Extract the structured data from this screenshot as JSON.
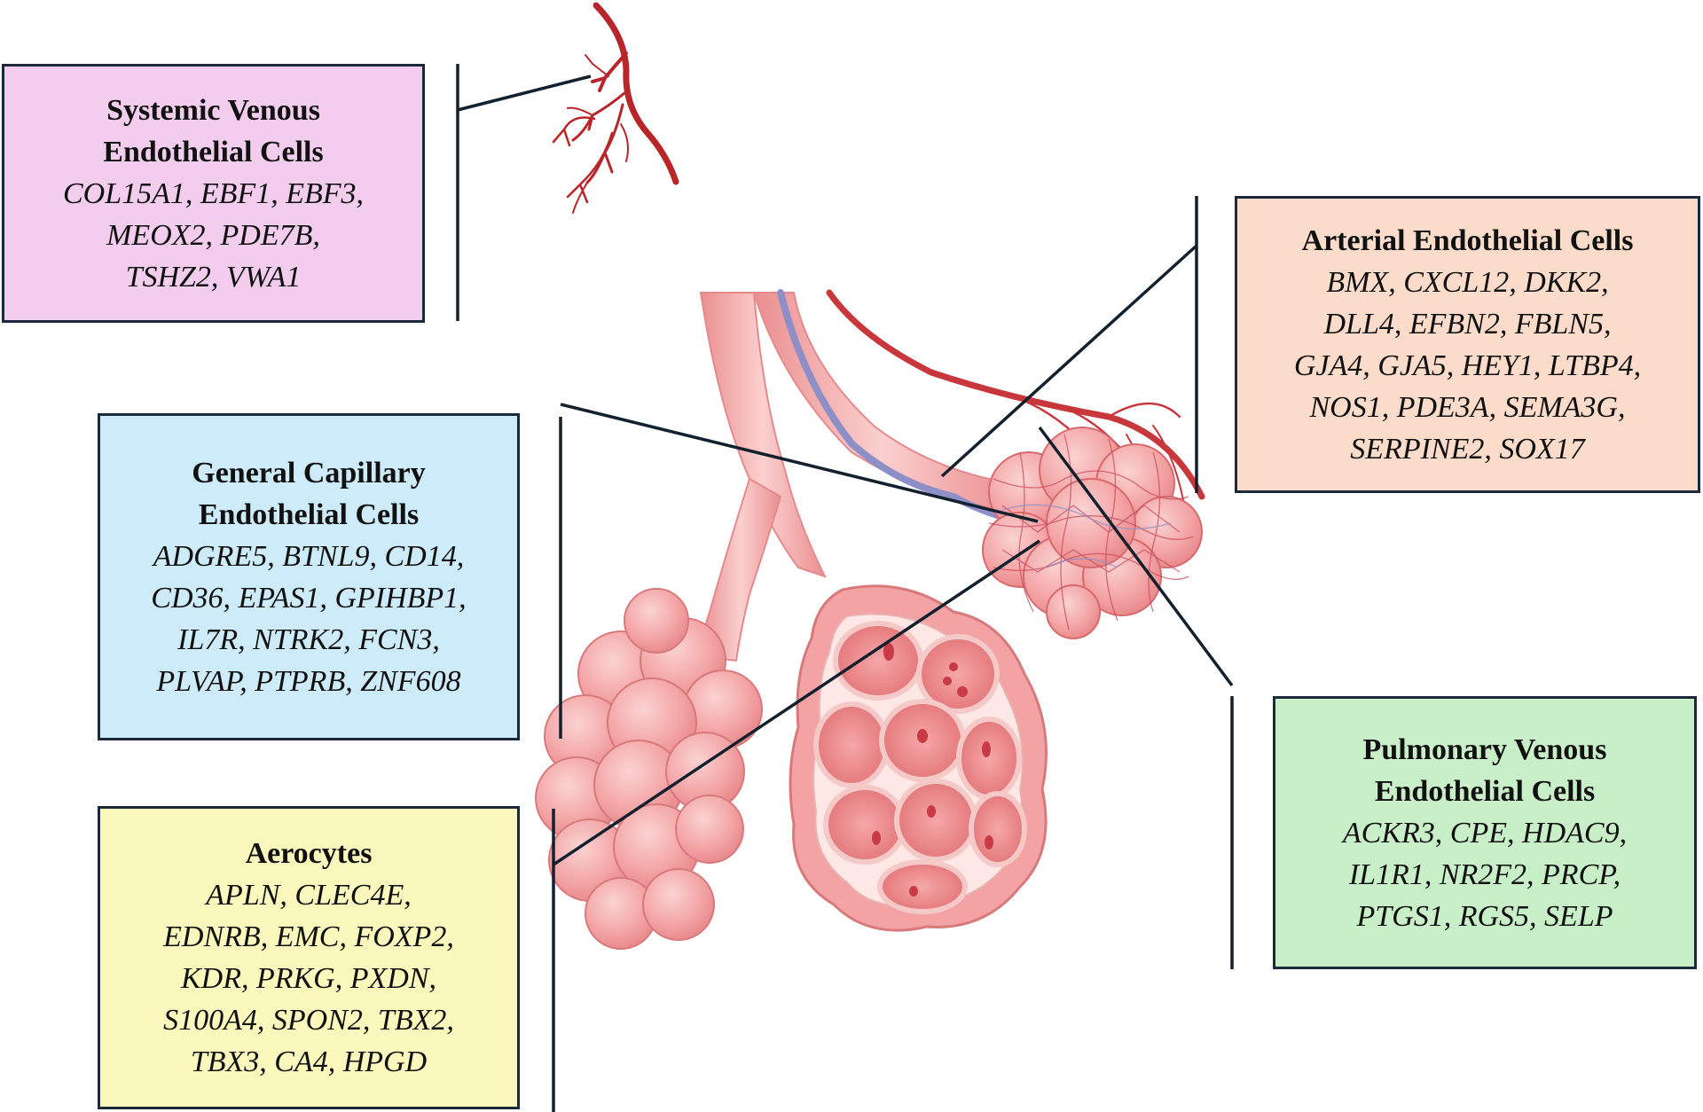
{
  "colors": {
    "box_border": "#1b2a3a",
    "systemic_fill": "#f2cdee",
    "general_capillary_fill": "#cdebf8",
    "aerocytes_fill": "#fbf8bd",
    "arterial_fill": "#fbdccb",
    "pulmonary_fill": "#c9efc9",
    "alveoli_fill": "#f3a2a4",
    "artery_red": "#c8373b",
    "vein_purple": "#8f8fc8"
  },
  "boxes": {
    "systemic": {
      "title_lines": [
        "Systemic Venous",
        "Endothelial Cells"
      ],
      "gene_lines": [
        "COL15A1, EBF1, EBF3,",
        "MEOX2, PDE7B,",
        "TSHZ2, VWA1"
      ]
    },
    "general_capillary": {
      "title_lines": [
        "General Capillary",
        "Endothelial Cells"
      ],
      "gene_lines": [
        "ADGRE5, BTNL9, CD14,",
        "CD36, EPAS1, GPIHBP1,",
        "IL7R, NTRK2, FCN3,",
        "PLVAP, PTPRB, ZNF608"
      ]
    },
    "aerocytes": {
      "title_lines": [
        "Aerocytes"
      ],
      "gene_lines": [
        "APLN, CLEC4E,",
        "EDNRB, EMC, FOXP2,",
        "KDR, PRKG, PXDN,",
        "S100A4, SPON2, TBX2,",
        "TBX3, CA4, HPGD"
      ]
    },
    "arterial": {
      "title_lines": [
        "Arterial Endothelial Cells"
      ],
      "gene_lines": [
        "BMX, CXCL12, DKK2,",
        "DLL4, EFBN2, FBLN5,",
        "GJA4, GJA5, HEY1, LTBP4,",
        "NOS1, PDE3A, SEMA3G,",
        "SERPINE2, SOX17"
      ]
    },
    "pulmonary": {
      "title_lines": [
        "Pulmonary Venous",
        "Endothelial Cells"
      ],
      "gene_lines": [
        "ACKR3, CPE, HDAC9,",
        "IL1R1, NR2F2, PRCP,",
        "PTGS1, RGS5, SELP"
      ]
    }
  }
}
